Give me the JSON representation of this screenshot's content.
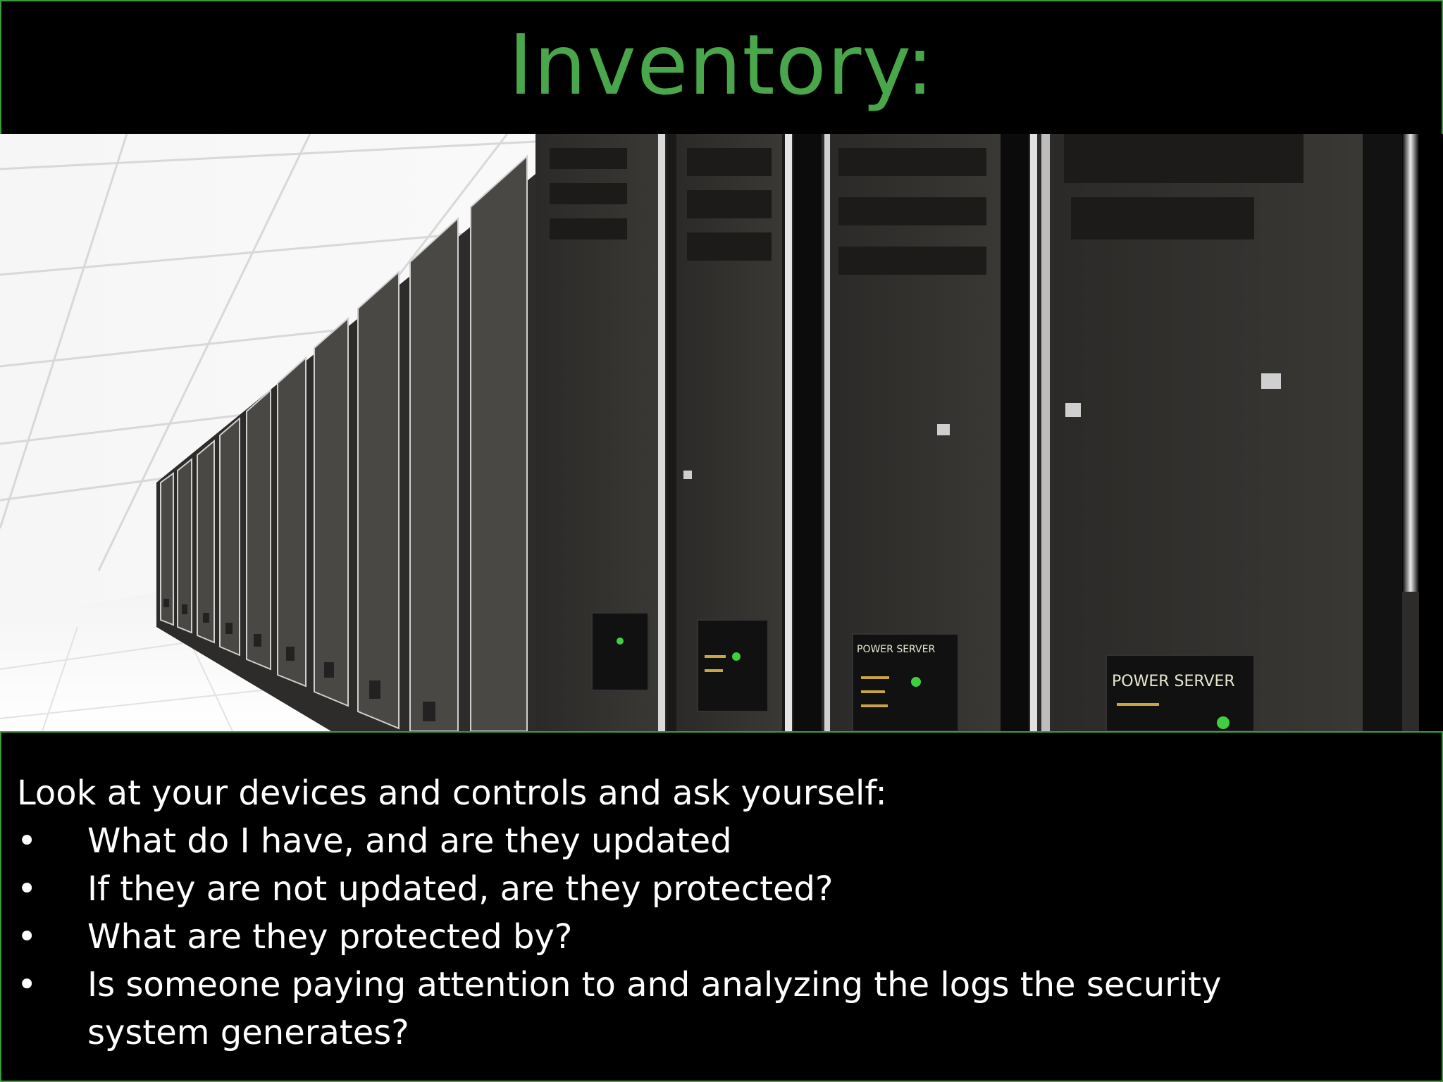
{
  "slide": {
    "title": "Inventory:",
    "image": {
      "subject": "server-racks-photo",
      "rack_label": "POWER SERVER"
    },
    "intro": "Look at your devices and controls and ask yourself:",
    "bullet_symbol": "•",
    "bullets": [
      "What do I have, and are they updated",
      "If they are not updated, are they protected?",
      "What are they protected by?",
      "Is someone paying attention to and analyzing the logs the security system generates?"
    ]
  },
  "colors": {
    "accent_green": "#4aa64a",
    "border_green": "#3f9a3f",
    "background": "#000000",
    "text": "#ffffff"
  }
}
